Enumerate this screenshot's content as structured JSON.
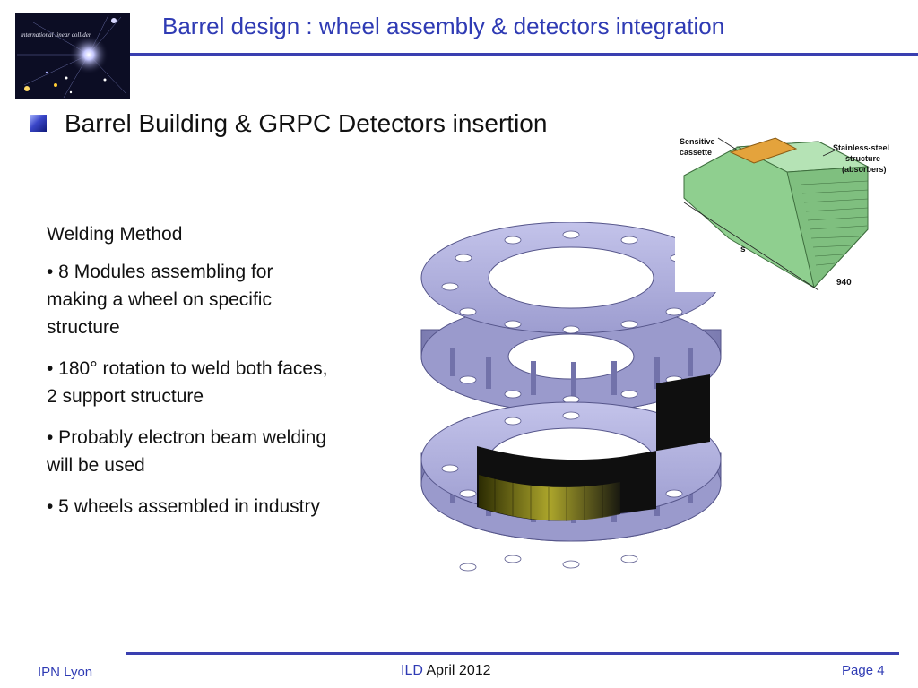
{
  "header": {
    "title": "Barrel design  : wheel assembly & detectors integration",
    "logo_text": "international linear collider"
  },
  "subtitle": "Barrel Building & GRPC Detectors insertion",
  "body": {
    "heading": "Welding Method",
    "bullets": [
      "• 8 Modules assembling for making a wheel on specific structure",
      "• 180° rotation to weld both faces, 2 support structure",
      "• Probably electron beam welding will be used",
      "• 5 wheels assembled in industry"
    ]
  },
  "diagram": {
    "label_sensitive": "Sensitive",
    "label_cassette": "cassette",
    "label_steel_1": "Stainless-steel",
    "label_steel_2": "structure",
    "label_steel_3": "(absorbers)",
    "dim_length": "940",
    "dim_side": "s"
  },
  "footer": {
    "left": "IPN Lyon",
    "center_ild": "ILD",
    "center_date": "April 2012",
    "page": "Page 4"
  },
  "colors": {
    "title_blue": "#2f3bb4",
    "rule_blue": "#3a3fb0",
    "wheel_purple": "#a9a9d8",
    "module_green": "#9ad59a",
    "cassette_orange": "#e4a33c"
  }
}
